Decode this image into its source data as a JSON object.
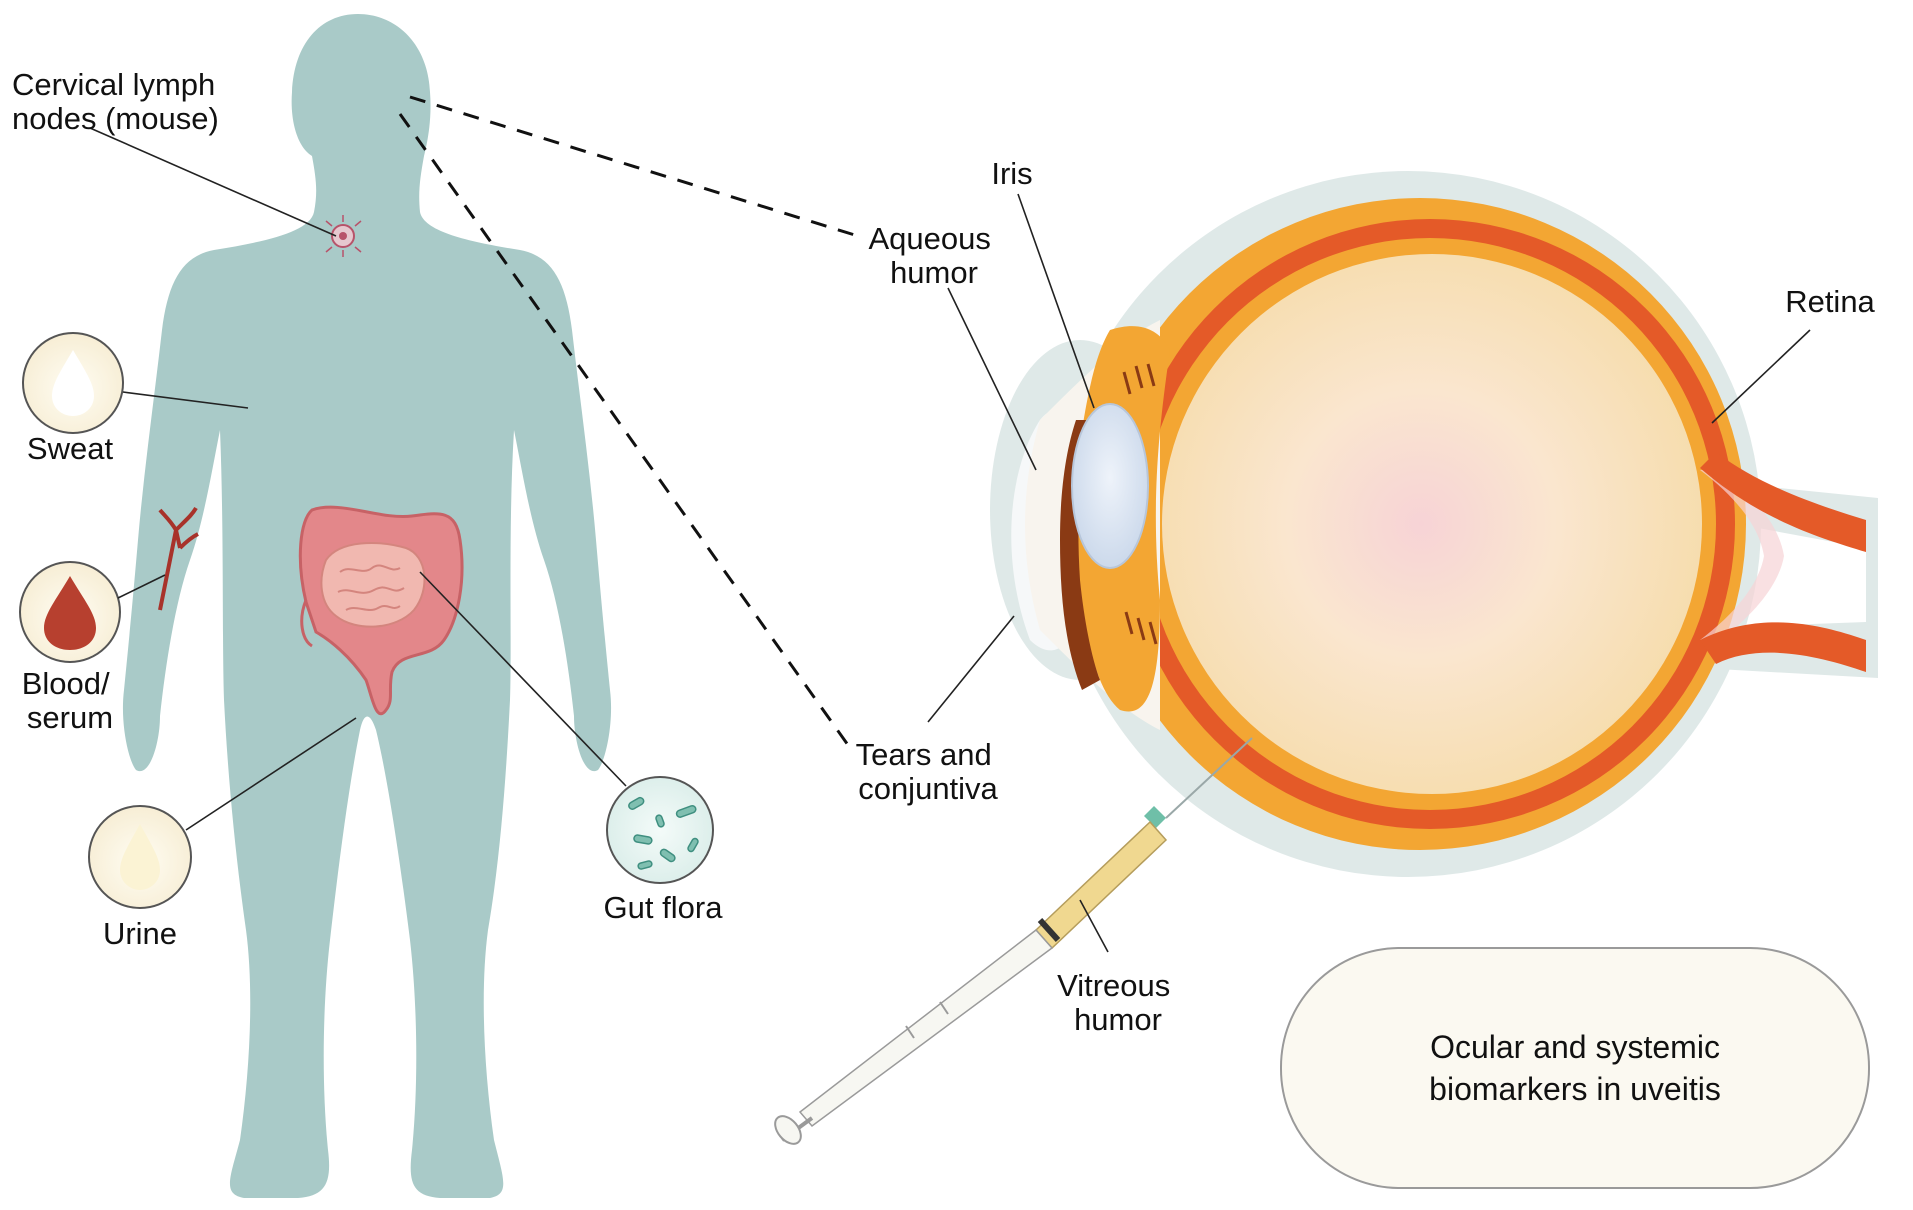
{
  "labels": {
    "cervical_lymph": [
      "Cervical lymph",
      "nodes (mouse)"
    ],
    "sweat": "Sweat",
    "blood_serum": [
      "Blood/",
      "serum"
    ],
    "urine": "Urine",
    "gut_flora": "Gut flora",
    "iris": "Iris",
    "aqueous_humor": [
      "Aqueous",
      "humor"
    ],
    "retina": "Retina",
    "tears_conjuntiva": [
      "Tears and",
      "conjuntiva"
    ],
    "vitreous_humor": [
      "Vitreous",
      "humor"
    ]
  },
  "summary": "Ocular and systemic biomarkers in uveitis",
  "colors": {
    "body": "#a9cac8",
    "intestine": "#e3878a",
    "blood_drop": "#b7402f",
    "vessel": "#a8322a",
    "sclera_edge": "#dfe9e8",
    "choroid": "#f3a633",
    "retina": "#e45a28",
    "vitreous": "#f9e7c4",
    "lens": "#dbe6f3",
    "iris": "#8a3a14",
    "syringe_fill": "#f0d890",
    "needle_hub": "#6fbfa8"
  }
}
